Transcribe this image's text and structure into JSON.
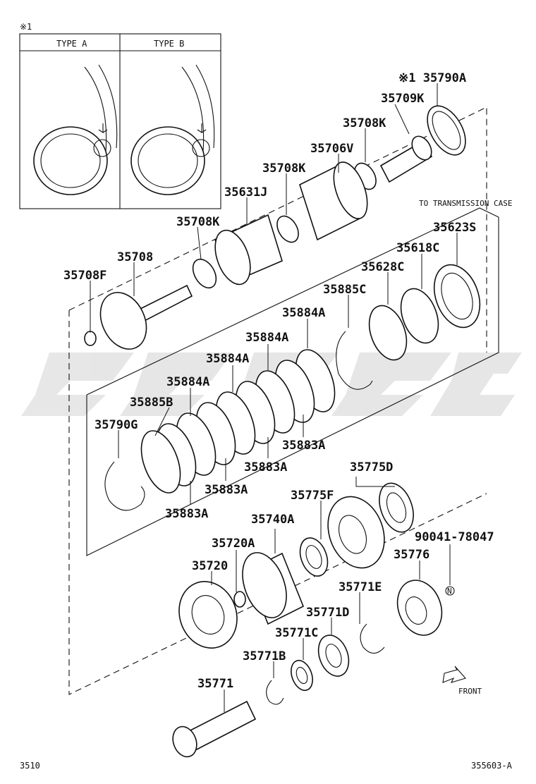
{
  "type_box": {
    "mark": "※1",
    "type_a": "TYPE A",
    "type_b": "TYPE B"
  },
  "notes": {
    "to_case": "TO TRANSMISSION CASE",
    "front": "FRONT",
    "n_mark": "N"
  },
  "footer": {
    "left": "3510",
    "right": "355603-A"
  },
  "watermark_colors": {
    "fill": "#e4e4e4"
  },
  "parts": {
    "p35790A": "※1 35790A",
    "p35709K": "35709K",
    "p35708K_a": "35708K",
    "p35706V": "35706V",
    "p35708K_b": "35708K",
    "p35631J": "35631J",
    "p35708K_c": "35708K",
    "p35708": "35708",
    "p35708F": "35708F",
    "p35623S": "35623S",
    "p35618C": "35618C",
    "p35628C": "35628C",
    "p35885C": "35885C",
    "p35884A_1": "35884A",
    "p35884A_2": "35884A",
    "p35884A_3": "35884A",
    "p35884A_4": "35884A",
    "p35885B": "35885B",
    "p35790G": "35790G",
    "p35883A_1": "35883A",
    "p35883A_2": "35883A",
    "p35883A_3": "35883A",
    "p35883A_4": "35883A",
    "p35775D": "35775D",
    "p35775F": "35775F",
    "p35740A": "35740A",
    "p35720A": "35720A",
    "p35720": "35720",
    "p90041": "90041-78047",
    "p35776": "35776",
    "p35771E": "35771E",
    "p35771D": "35771D",
    "p35771C": "35771C",
    "p35771B": "35771B",
    "p35771": "35771"
  }
}
